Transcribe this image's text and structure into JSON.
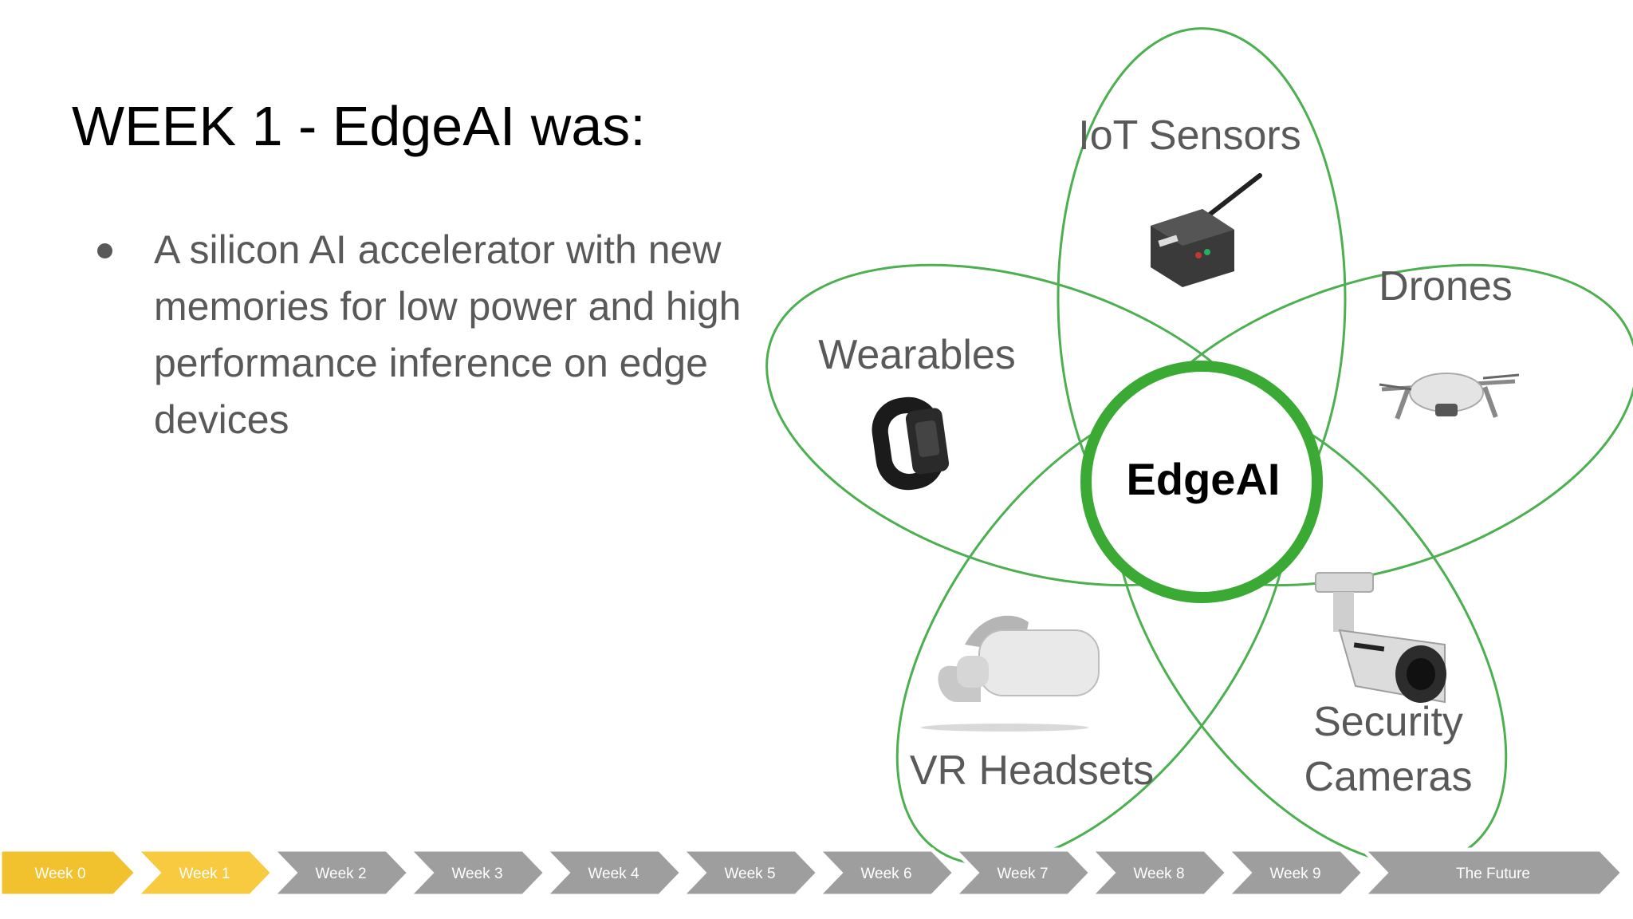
{
  "slide": {
    "title": "WEEK 1 - EdgeAI was:",
    "bullets": [
      "A silicon AI accelerator with new memories for low power and high performance inference on edge devices"
    ]
  },
  "diagram": {
    "center": "EdgeAI",
    "petals": [
      {
        "label_lines": [
          "IoT Sensors"
        ],
        "icon": "iot-sensor-device-icon"
      },
      {
        "label_lines": [
          "Drones"
        ],
        "icon": "drone-icon"
      },
      {
        "label_lines": [
          "Security",
          "Cameras"
        ],
        "icon": "security-camera-icon"
      },
      {
        "label_lines": [
          "VR Headsets"
        ],
        "icon": "vr-headset-icon"
      },
      {
        "label_lines": [
          "Wearables"
        ],
        "icon": "fitness-band-icon"
      }
    ]
  },
  "timeline": {
    "steps": [
      {
        "label": "Week 0",
        "state": "past"
      },
      {
        "label": "Week 1",
        "state": "current"
      },
      {
        "label": "Week 2",
        "state": "future"
      },
      {
        "label": "Week 3",
        "state": "future"
      },
      {
        "label": "Week 4",
        "state": "future"
      },
      {
        "label": "Week 5",
        "state": "future"
      },
      {
        "label": "Week 6",
        "state": "future"
      },
      {
        "label": "Week 7",
        "state": "future"
      },
      {
        "label": "Week 8",
        "state": "future"
      },
      {
        "label": "Week 9",
        "state": "future"
      },
      {
        "label": "The Future",
        "state": "future"
      }
    ]
  },
  "colors": {
    "petal_stroke": "#4caf50",
    "center_ring": "#3aaa35",
    "step_past": "#f2c12e",
    "step_current": "#f7ca3f",
    "step_future": "#9e9e9e"
  }
}
